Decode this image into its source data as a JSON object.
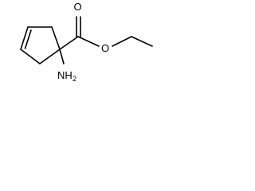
{
  "molecule": {
    "atoms": {
      "carbonyl_oxygen": "O",
      "ester_oxygen": "O",
      "amine_label": "NH",
      "amine_subscript": "2"
    },
    "colors": {
      "line": "#000000",
      "background": "#ffffff"
    }
  }
}
